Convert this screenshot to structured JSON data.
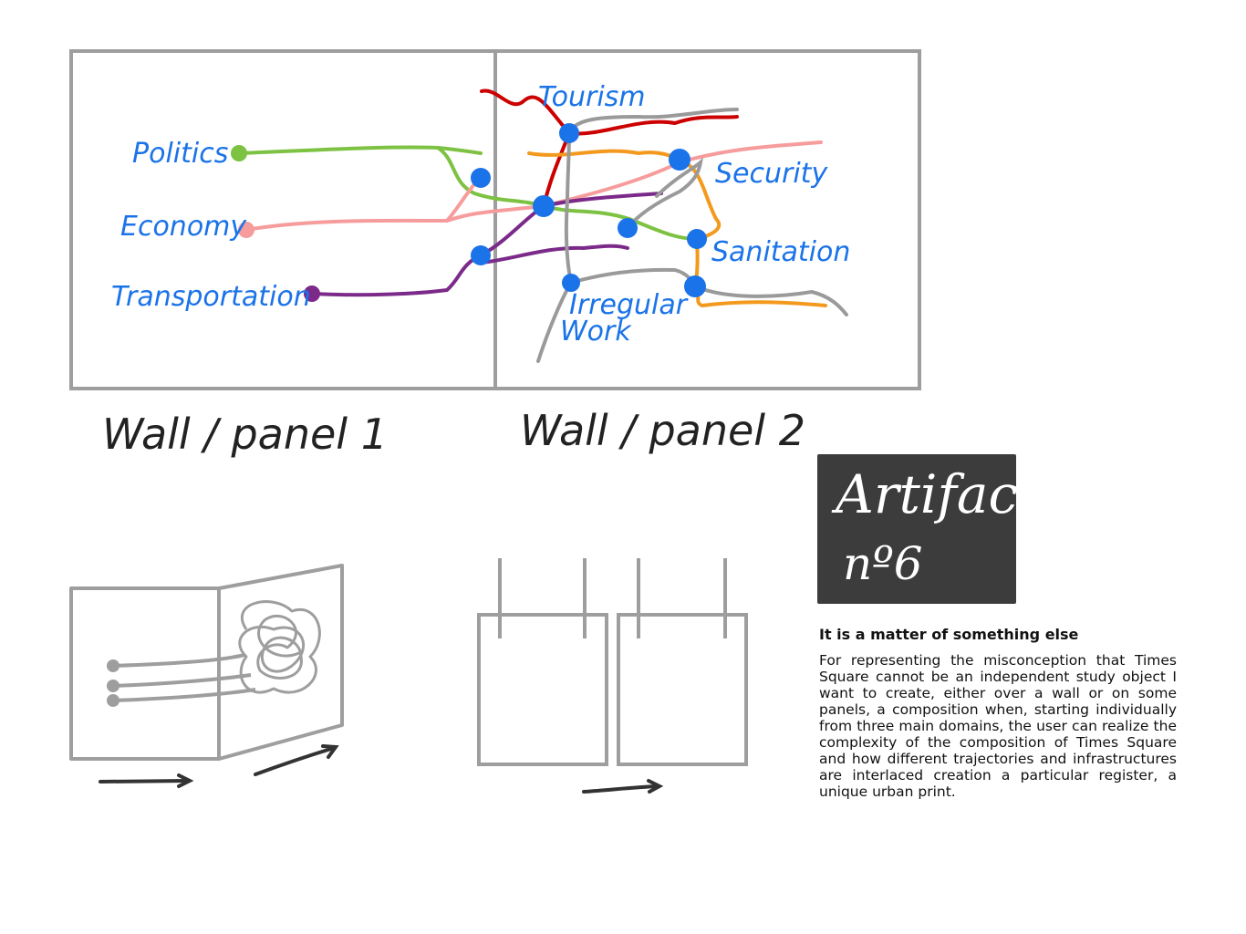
{
  "diagram": {
    "panel_labels": [
      "Wall / panel 1",
      "Wall / panel 2"
    ],
    "domain_labels": {
      "politics": "Politics",
      "economy": "Economy",
      "transportation": "Transportation"
    },
    "layer_labels": {
      "tourism": "Tourism",
      "security": "Security",
      "sanitation": "Sanitation",
      "irregular_work_line1": "Irregular",
      "irregular_work_line2": "Work"
    },
    "colors": {
      "politics": "#7dc242",
      "economy": "#f79c9c",
      "transportation": "#7b2a8a",
      "tourism": "#cc0000",
      "security": "#f39a1e",
      "irregular_work": "#9a9a9a",
      "node": "#1a73e8",
      "frame": "#9e9e9e"
    }
  },
  "artifact": {
    "title": "Artifact",
    "number": "nº6"
  },
  "description": {
    "heading": "It is a matter of something else",
    "body": "For representing the misconception that Times Square cannot be an independent study object I want to create, either over a wall or on some panels, a composition when, starting individually from three main domains, the user can realize the complexity of the composition of Times Square and how different trajectories and infrastructures are interlaced creation a particular register, a unique urban print."
  }
}
